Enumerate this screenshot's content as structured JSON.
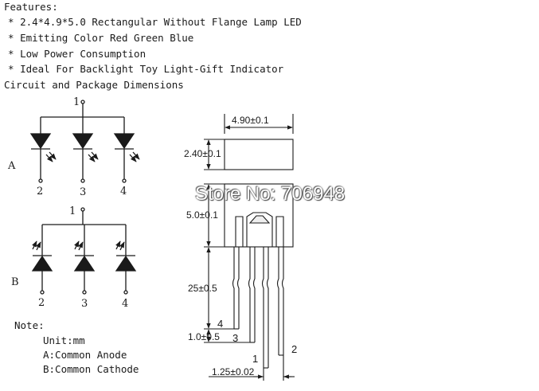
{
  "features": {
    "heading": "Features:",
    "items": [
      "2.4*4.9*5.0 Rectangular Without Flange Lamp LED",
      "Emitting Color Red Green Blue",
      "Low Power Consumption",
      "Ideal For Backlight Toy Light-Gift Indicator"
    ],
    "bullet": "*"
  },
  "section_title": "Circuit and Package Dimensions",
  "circuit_a": {
    "label": "A",
    "common_pin": "1",
    "pins": [
      "2",
      "3",
      "4"
    ]
  },
  "circuit_b": {
    "label": "B",
    "common_pin": "1",
    "pins": [
      "2",
      "3",
      "4"
    ]
  },
  "note": {
    "heading": "Note:",
    "lines": [
      "Unit:mm",
      "A:Common  Anode",
      "B:Common Cathode"
    ]
  },
  "dimensions": {
    "width": "4.90±0.1",
    "depth": "2.40±0.1",
    "body_height": "5.0±0.1",
    "lead_length": "25±0.5",
    "lead_offset": "1.0±0.5",
    "pitch": "1.25±0.02",
    "pin_labels": [
      "4",
      "3",
      "1",
      "2"
    ]
  },
  "watermark": "Store No: 706948"
}
